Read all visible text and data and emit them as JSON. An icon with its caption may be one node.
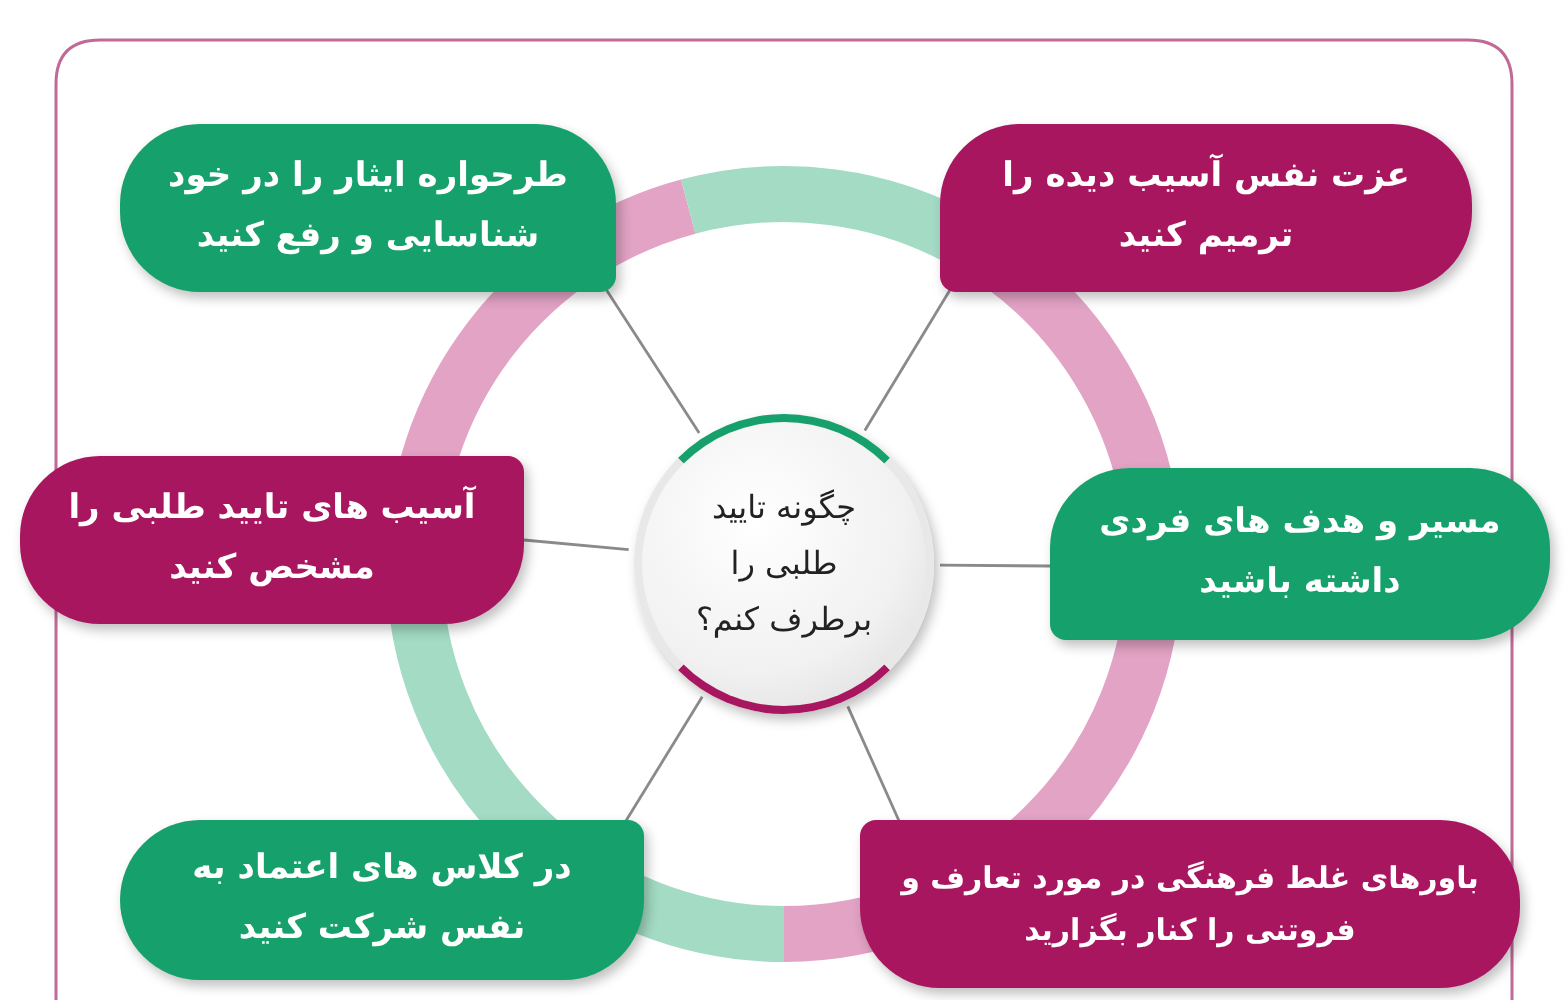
{
  "diagram": {
    "nodes": [
      {
        "text": [
          "چگونه تایید طلبی را برطرف کنم؟"
        ]
      },
      {
        "text": [
          "عزت نفس آسیب دیده را ترمیم کنید"
        ]
      },
      {
        "text": [
          "طرحواره ایثار را در خود شناسایی و رفع کنید"
        ]
      },
      {
        "text": [
          "مسیر و هدف های فردی داشته باشید"
        ]
      },
      {
        "text": [
          "آسیب های تایید طلبی را مشخص کنید"
        ]
      },
      {
        "text": [
          "باورهای غلط فرهنگی در مورد تعارف و فروتنی را کنار بگزارید"
        ]
      },
      {
        "text": [
          "در کلاس های اعتماد به نفس شرکت کنید"
        ]
      }
    ],
    "edges": [
      {
        "from": 0,
        "to": 1,
        "arrow": "none"
      },
      {
        "from": 0,
        "to": 2,
        "arrow": "none"
      },
      {
        "from": 0,
        "to": 3,
        "arrow": "none"
      },
      {
        "from": 0,
        "to": 4,
        "arrow": "none"
      },
      {
        "from": 0,
        "to": 5,
        "arrow": "none"
      },
      {
        "from": 0,
        "to": 6,
        "arrow": "none"
      }
    ]
  }
}
